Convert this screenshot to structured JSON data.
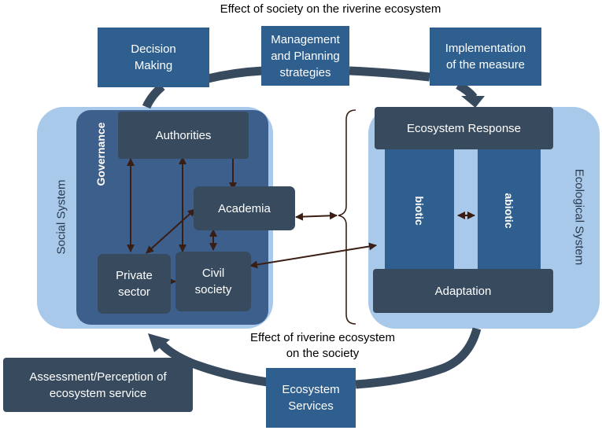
{
  "top_label": "Effect of society on the riverine ecosystem",
  "bottom_label_line1": "Effect of riverine ecosystem",
  "bottom_label_line2": "on the society",
  "decision_making": {
    "line1": "Decision",
    "line2": "Making"
  },
  "management_planning": {
    "line1": "Management",
    "line2": "and Planning",
    "line3": "strategies"
  },
  "implementation": {
    "line1": "Implementation",
    "line2": "of the measure"
  },
  "social_system": "Social System",
  "governance": "Governance",
  "authorities": "Authorities",
  "academia": "Academia",
  "private_sector": {
    "line1": "Private",
    "line2": "sector"
  },
  "civil_society": {
    "line1": "Civil",
    "line2": "society"
  },
  "ecological_system": "Ecological System",
  "ecosystem_response": "Ecosystem Response",
  "biotic": "biotic",
  "abiotic": "abiotic",
  "adaptation": "Adaptation",
  "assessment": {
    "line1": "Assessment/Perception of",
    "line2": "ecosystem service"
  },
  "ecosystem_services": {
    "line1": "Ecosystem",
    "line2": "Services"
  },
  "colors": {
    "light_blue": "#a9c9ea",
    "mid_blue": "#2e5f8e",
    "dark_slate": "#384a5e",
    "governance_blue": "#3c5f8b",
    "arrow_brown": "#3a1e14"
  }
}
